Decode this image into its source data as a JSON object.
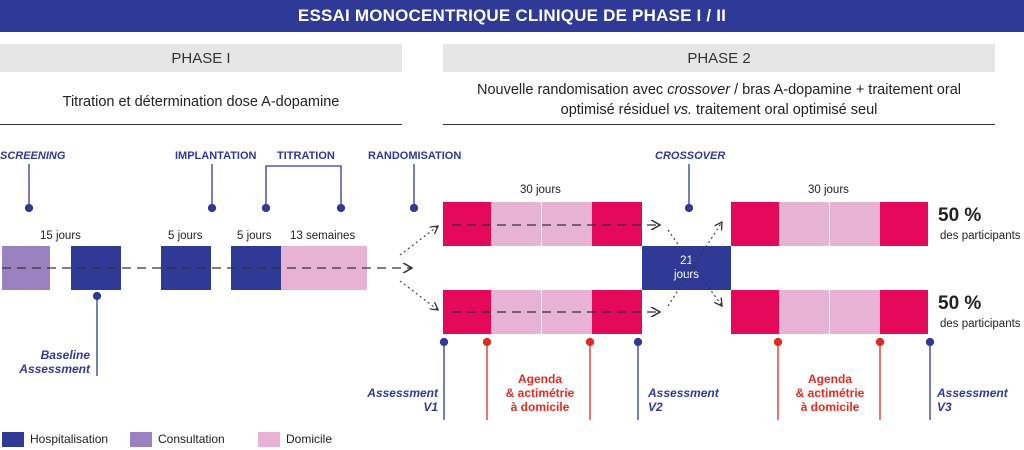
{
  "title": "ESSAI MONOCENTRIQUE CLINIQUE DE PHASE I / II",
  "phase1": {
    "header": "PHASE I",
    "description": "Titration et détermination dose A-dopamine",
    "milestones": {
      "screening": "SCREENING",
      "implantation": "IMPLANTATION",
      "titration": "TITRATION",
      "randomisation": "RANDOMISATION"
    },
    "durations": {
      "d1": "15 jours",
      "d2": "5 jours",
      "d3": "5 jours",
      "d4": "13 semaines"
    },
    "baseline_line1": "Baseline",
    "baseline_line2": "Assessment"
  },
  "phase2": {
    "header": "PHASE 2",
    "description_line1_a": "Nouvelle randomisation avec ",
    "description_line1_b": "crossover",
    "description_line1_c": " / bras A-dopamine + traitement oral",
    "description_line2_a": "optimisé résiduel ",
    "description_line2_b": "vs.",
    "description_line2_c": " traitement oral optimisé seul",
    "crossover": "CROSSOVER",
    "period1_duration": "30 jours",
    "period2_duration": "30 jours",
    "washout_line1": "21",
    "washout_line2": "jours",
    "pct_top": "50 %",
    "pct_top_sub": "des participants",
    "pct_bottom": "50 %",
    "pct_bottom_sub": "des participants",
    "assessments": {
      "v1_a": "Assessment",
      "v1_b": "V1",
      "v2_a": "Assessment",
      "v2_b": "V2",
      "v3_a": "Assessment",
      "v3_b": "V3"
    },
    "agenda1_l1": "Agenda",
    "agenda1_l2": "& actimétrie",
    "agenda1_l3": "à domicile",
    "agenda2_l1": "Agenda",
    "agenda2_l2": "& actimétrie",
    "agenda2_l3": "à domicile"
  },
  "legend": {
    "hospitalisation": "Hospitalisation",
    "consultation": "Consultation",
    "domicile": "Domicile"
  },
  "colors": {
    "hospitalisation": "#2e3a96",
    "consultation": "#9a82c0",
    "domicile": "#e8b2d4",
    "intervention": "#e4095a",
    "agenda_red": "#e02b20"
  }
}
